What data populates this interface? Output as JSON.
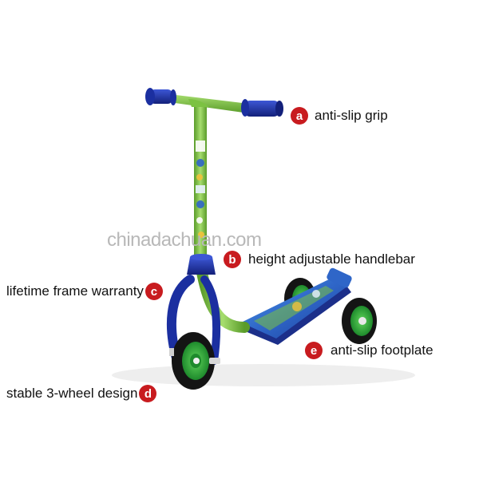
{
  "watermark": "chinadachuan.com",
  "colors": {
    "frame": "#7cc242",
    "frame_dark": "#5a9c2a",
    "grip": "#1b2fa0",
    "wheel_rim": "#2e9c3a",
    "badge": "#c81b1f",
    "deck": "#2f66c8"
  },
  "callouts": [
    {
      "letter": "a",
      "label": "anti-slip grip"
    },
    {
      "letter": "b",
      "label": "height adjustable handlebar"
    },
    {
      "letter": "c",
      "label": "lifetime frame warranty"
    },
    {
      "letter": "d",
      "label": "stable 3-wheel design"
    },
    {
      "letter": "e",
      "label": "anti-slip footplate"
    }
  ]
}
